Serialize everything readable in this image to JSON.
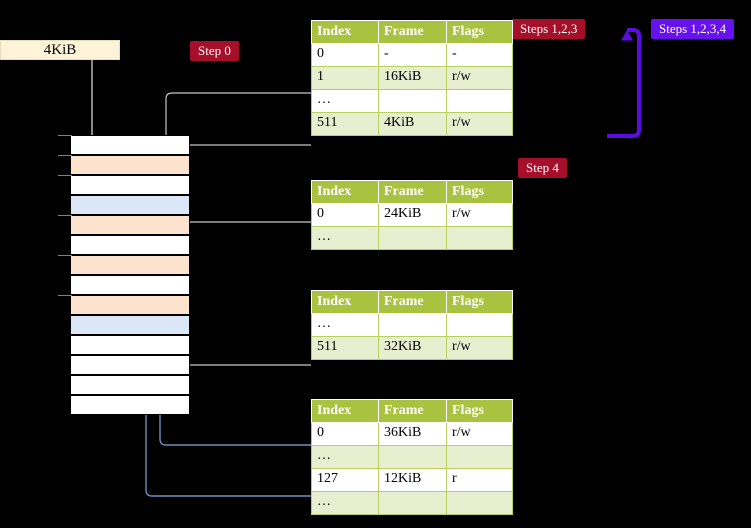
{
  "diagram": {
    "title": "Multi-level page table walk diagram",
    "background": "#000000"
  },
  "labels": {
    "size_box": "4KiB",
    "step0": "Step 0",
    "step4": "Step 4",
    "steps123": "Steps 1,2,3",
    "steps1234": "Steps 1,2,3,4"
  },
  "colors": {
    "badge_crimson": "#a50f29",
    "badge_violet": "#6611ee",
    "table_header": "#a9c23f",
    "table_alt_row": "#e8eed0",
    "highlight": "#ffffc2",
    "mem_orange": "#fde3cd",
    "mem_blue": "#dbe7f7",
    "size_box_fill": "#fdf3d9",
    "wire_gray": "#c8c8c8",
    "wire_blue": "#6f8fbf"
  },
  "table_columns": [
    "Index",
    "Frame",
    "Flags"
  ],
  "tables": [
    {
      "id": "table-1",
      "rows": [
        {
          "index": "0",
          "frame": "-",
          "flags": "-",
          "alt": false,
          "highlight": false
        },
        {
          "index": "1",
          "frame": "16KiB",
          "flags": "r/w",
          "alt": true,
          "highlight": false
        },
        {
          "index": "...",
          "frame": "",
          "flags": "",
          "alt": false,
          "highlight": false
        },
        {
          "index": "511",
          "frame": "4KiB",
          "flags": "r/w",
          "alt": true,
          "highlight": true
        }
      ]
    },
    {
      "id": "table-2",
      "rows": [
        {
          "index": "0",
          "frame": "24KiB",
          "flags": "r/w",
          "alt": false,
          "highlight": false
        },
        {
          "index": "...",
          "frame": "",
          "flags": "",
          "alt": true,
          "highlight": false
        }
      ]
    },
    {
      "id": "table-3",
      "rows": [
        {
          "index": "...",
          "frame": "",
          "flags": "",
          "alt": false,
          "highlight": false
        },
        {
          "index": "511",
          "frame": "32KiB",
          "flags": "r/w",
          "alt": true,
          "highlight": false
        }
      ]
    },
    {
      "id": "table-4",
      "rows": [
        {
          "index": "0",
          "frame": "36KiB",
          "flags": "r/w",
          "alt": false,
          "highlight": false
        },
        {
          "index": "...",
          "frame": "",
          "flags": "",
          "alt": true,
          "highlight": false
        },
        {
          "index": "127",
          "frame": "12KiB",
          "flags": "r",
          "alt": false,
          "highlight": false
        },
        {
          "index": "...",
          "frame": "",
          "flags": "",
          "alt": true,
          "highlight": false
        }
      ]
    }
  ],
  "memory_rows": [
    {
      "fill": "white",
      "tick": true
    },
    {
      "fill": "orange",
      "tick": true
    },
    {
      "fill": "white",
      "tick": true
    },
    {
      "fill": "blue",
      "tick": false
    },
    {
      "fill": "orange",
      "tick": true
    },
    {
      "fill": "white",
      "tick": false
    },
    {
      "fill": "orange",
      "tick": true
    },
    {
      "fill": "white",
      "tick": false
    },
    {
      "fill": "orange",
      "tick": true
    },
    {
      "fill": "blue",
      "tick": false
    },
    {
      "fill": "white",
      "tick": false
    },
    {
      "fill": "white",
      "tick": false
    },
    {
      "fill": "white",
      "tick": false
    },
    {
      "fill": "white",
      "tick": false
    }
  ]
}
